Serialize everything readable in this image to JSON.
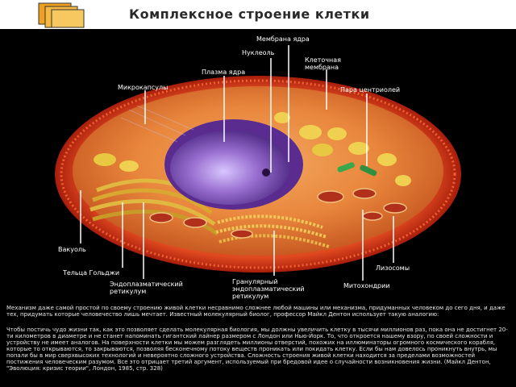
{
  "title": "Комплексное строение клетки",
  "labels": {
    "membrane_nucleus": "Мембрана ядра",
    "nucleolus": "Нуклеоль",
    "cell_membrane_1": "Клеточная",
    "cell_membrane_2": "мембрана",
    "nucleus_plasma": "Плазма ядра",
    "microcapsules": "Микрокапсулы",
    "centrioles": "Пара центриолей",
    "vacuole": "Вакуоль",
    "golgi": "Тельца Гольджи",
    "er_1": "Эндоплазматический",
    "er_2": "ретикулум",
    "granular_1": "Гранулярный",
    "granular_2": "эндоплазматический",
    "granular_3": "ретикулум",
    "lysosomes": "Лизосомы",
    "mitochondria": "Митохондрии"
  },
  "caption": {
    "paragraph1": "Механизм даже самой простой по своему строению живой клетки несравнимо сложнее любой машины или механизма, придуманных человеком до сего дня, и даже тех, придумать которые человечество лишь мечтает. Известный молекулярный биолог, профессор Майкл Дентон использует такую аналогию:",
    "paragraph2": "Чтобы постичь чудо жизни так, как это позволяет сделать молекулярная биология, мы должны увеличить клетку в тысячи миллионов раз, пока она не достигнет 20-ти километров в диаметре и не станет напоминать гигантский лайнер размером с Лондон или Нью-Йорк. То, что откроется нашему взору, по своей сложности и устройству не имеет аналогов. На поверхности клетки мы можем разглядеть миллионы отверстий, похожих на иллюминаторы огромного космического корабля, которые то открываются, то закрываются, позволяя бесконечному потоку веществ проникать или покидать клетку. Если бы нам довелось проникнуть внутрь, мы попали бы в мир сверхвысоких технологий и невероятно сложного устройства. Сложность строения живой клетки находится за пределами возможностей постижения человеческим разумом. Все это отрицает третий аргумент, используемый при бредовой идее о случайности возникновения жизни. (Майкл Дентон, \"Эволюция: кризис теории\", Лондон, 1985, стр. 328)"
  },
  "colors": {
    "membrane": "#d9361a",
    "cytoplasm": "#e8863c",
    "nucleus": "#6a3aa0",
    "nucleus_inner": "#c9b4f0",
    "golgi": "#e0b840",
    "mitochondria": "#f0d050",
    "centrioles": "#39a84a",
    "background": "#000000",
    "header": "#ffffff"
  },
  "icons": [
    "folder-stack-icon"
  ]
}
